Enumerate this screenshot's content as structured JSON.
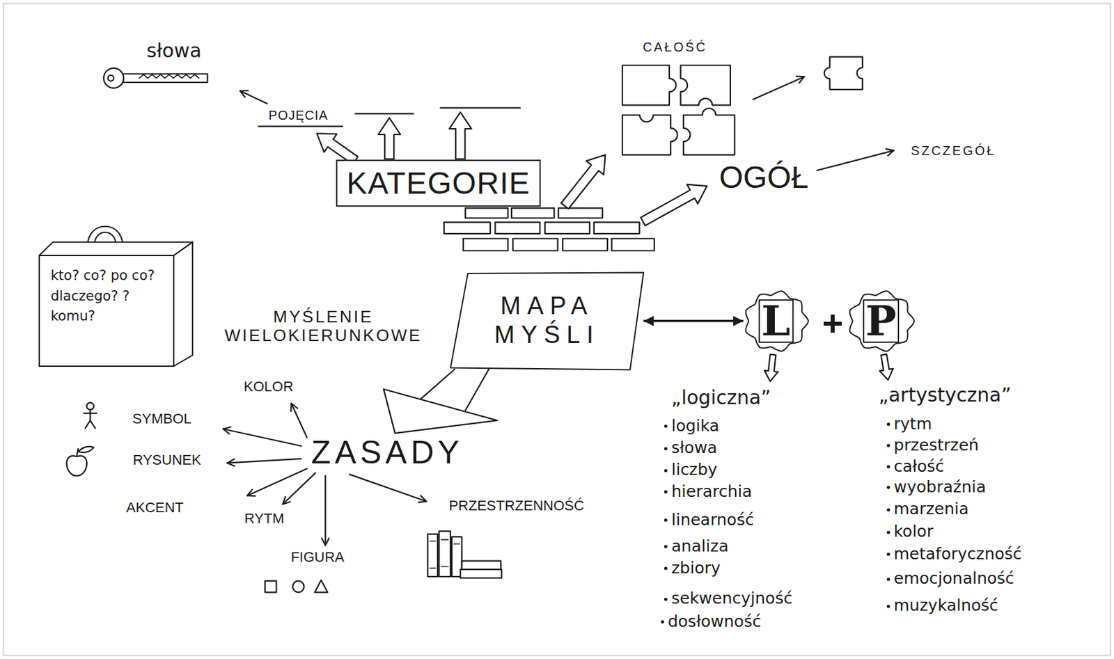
{
  "diagram": {
    "nodes": [
      {
        "text": [
          "KATEGORIE"
        ]
      },
      {
        "text": [
          "kto? co? po co? dlaczego? ? komu?"
        ]
      },
      {
        "text": [
          "MAPA MYŚLI"
        ]
      },
      {
        "text": [
          "L"
        ]
      },
      {
        "text": [
          "P"
        ]
      }
    ],
    "edges": [
      {
        "from": 2,
        "to": 3,
        "arrow": "both"
      }
    ],
    "labels": [
      "słowa",
      "CAŁOŚĆ",
      "POJĘCIA",
      "SZCZEGÓŁ",
      "OGÓŁ",
      "MYŚLENIE WIELOKIERUNKOWE",
      "+",
      "KOLOR",
      "ZASADY",
      "SYMBOL",
      "RYSUNEK",
      "„logiczna”",
      "logika",
      "słowa",
      "liczby",
      "hierarchia",
      "linearność",
      "analiza",
      "zbiory",
      "sekwencyjność",
      "dosłowność",
      "„artystyczna”",
      "rytm",
      "przestrzeń",
      "całość",
      "wyobraźnia",
      "marzenia",
      "kolor",
      "metaforyczność",
      "emocjonalność",
      "muzykalność",
      "AKCENT",
      "RYTM",
      "PRZESTRZENNOŚĆ",
      "FIGURA"
    ]
  }
}
